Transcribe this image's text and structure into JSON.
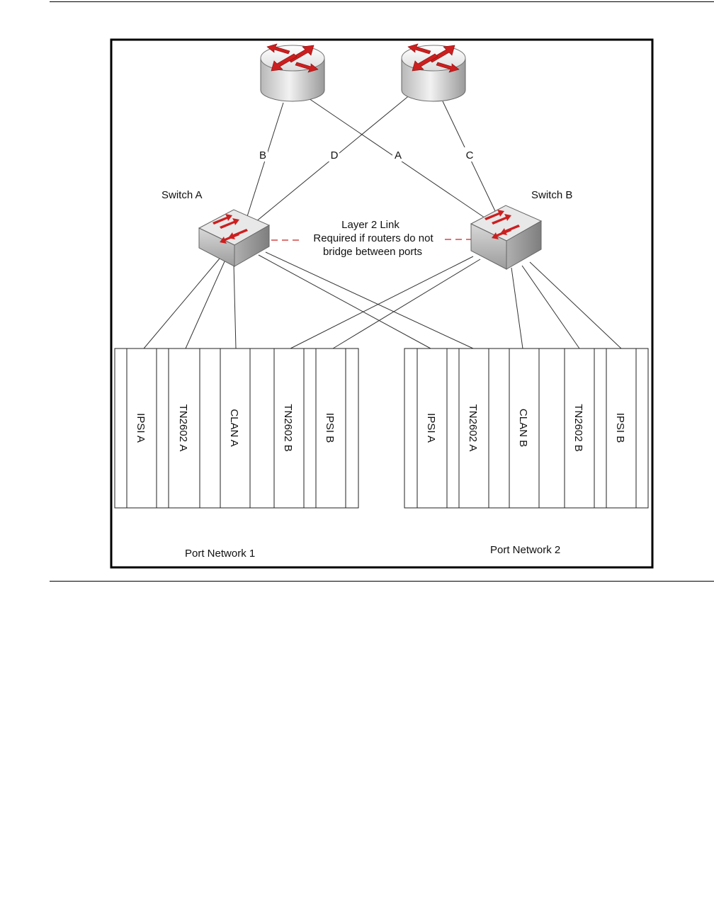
{
  "colors": {
    "link": "#333333",
    "l2_link": "#cc2222",
    "device_red": "#cc1f1f",
    "frame": "#000000"
  },
  "routers": [
    {
      "id": "router-left",
      "icon": "router-icon"
    },
    {
      "id": "router-right",
      "icon": "router-icon"
    }
  ],
  "switches": [
    {
      "id": "switch-a",
      "label": "Switch A",
      "icon": "switch-icon"
    },
    {
      "id": "switch-b",
      "label": "Switch B",
      "icon": "switch-icon"
    }
  ],
  "link_labels": {
    "a": "A",
    "b": "B",
    "c": "C",
    "d": "D"
  },
  "layer2": {
    "line1": "Layer 2 Link",
    "line2": "Required if routers do not",
    "line3": "bridge between ports"
  },
  "port_networks": [
    {
      "label": "Port Network 1",
      "slots": [
        "IPSI A",
        "TN2602 A",
        "CLAN A",
        "TN2602 B",
        "IPSI B"
      ]
    },
    {
      "label": "Port Network 2",
      "slots": [
        "IPSI A",
        "TN2602 A",
        "CLAN B",
        "TN2602 B",
        "IPSI B"
      ]
    }
  ]
}
